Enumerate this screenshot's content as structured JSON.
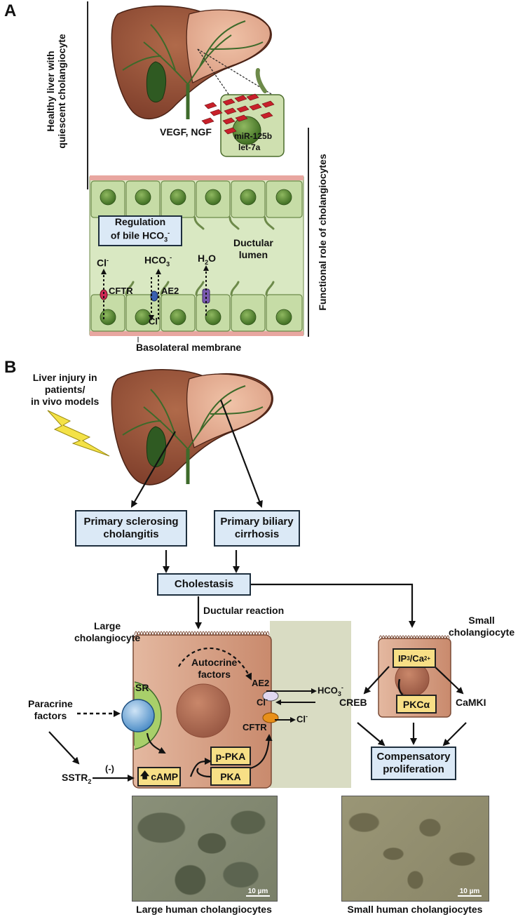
{
  "panel_a": {
    "label": "A",
    "side_label_1": "Healthy liver with",
    "side_label_2": "quiescent cholangiocyte",
    "growth_factors": "VEGF, NGF",
    "mirna_1": "miR-125b",
    "mirna_2": "let-7a",
    "functional_label": "Functional role of cholangiocytes",
    "regulation_line1": "Regulation",
    "regulation_line2": "of bile HCO",
    "regulation_sub": "3",
    "regulation_sup": "-",
    "ductular_line1": "Ductular",
    "ductular_line2": "lumen",
    "cl_top": "Cl",
    "hco3_top": "HCO",
    "h2o": "H",
    "cftr": "CFTR",
    "ae2": "AE2",
    "cl_bottom": "Cl",
    "basolateral": "Basolateral membrane"
  },
  "panel_b": {
    "label": "B",
    "injury_line1": "Liver injury in",
    "injury_line2": "patients/",
    "injury_line3": "in vivo models",
    "psc_line1": "Primary sclerosing",
    "psc_line2": "cholangitis",
    "pbc_line1": "Primary biliary",
    "pbc_line2": "cirrhosis",
    "cholestasis": "Cholestasis",
    "ductular_reaction": "Ductular reaction",
    "large_line1": "Large",
    "large_line2": "cholangiocyte",
    "autocrine_line1": "Autocrine",
    "autocrine_line2": "factors",
    "sr": "SR",
    "ae2": "AE2",
    "hco3": "HCO",
    "cl_in": "Cl",
    "cftr": "CFTR",
    "cl_out": "Cl",
    "paracrine_line1": "Paracrine",
    "paracrine_line2": "factors",
    "sstr": "SSTR",
    "minus": "(-)",
    "camp": "cAMP",
    "ppka": "p-PKA",
    "pka": "PKA",
    "small_line1": "Small",
    "small_line2": "cholangiocyte",
    "ip3": "IP",
    "ca": "/Ca",
    "pkc": "PKCα",
    "creb": "CREB",
    "camki": "CaMKI",
    "comp_line1": "Compensatory",
    "comp_line2": "proliferation",
    "scale_bar_large": "10 µm",
    "scale_bar_small": "10 µm",
    "caption_large": "Large human cholangiocytes",
    "caption_small": "Small human cholangiocytes"
  }
}
